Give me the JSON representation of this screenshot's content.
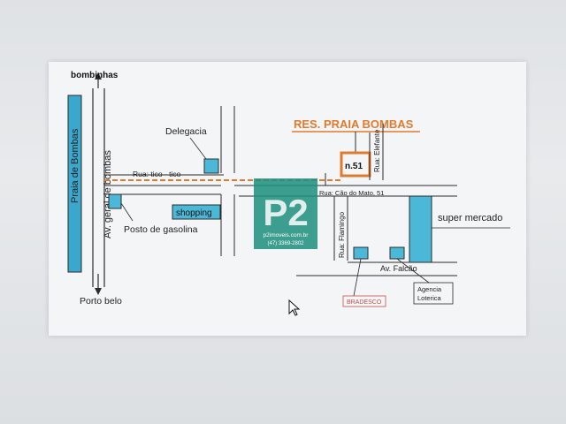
{
  "map": {
    "title": "RES. PRAIA BOMBAS",
    "lot_number": "n.51",
    "places": {
      "bombinhas": "bombinhas",
      "porto_belo": "Porto belo",
      "delegacia": "Delegacia",
      "shopping": "shopping",
      "posto": "Posto de gasolina",
      "super_mercado": "super mercado",
      "bradesco": "BRADESCO",
      "agencia_line1": "Agencia",
      "agencia_line2": "Loterica"
    },
    "streets": {
      "praia": "Praia de Bombas",
      "av_geral": "Av. geral de bombas",
      "tico": "Rua: tico - tico",
      "cao_do_mato": "Rua: Cão do Mato, 51",
      "flamingo": "Rua: Flamingo",
      "elefante": "Rua: Elefante",
      "falcao": "Av. Falcão"
    },
    "watermark": {
      "logo": "P2",
      "site": "p2imoveis.com.br",
      "phone": "(47) 3369-2802"
    },
    "colors": {
      "accent": "#e07b2e",
      "building": "#4cb8d8",
      "water": "#3aa7cc",
      "line": "#2b2b2b",
      "watermark": "#1d8f7e"
    }
  }
}
